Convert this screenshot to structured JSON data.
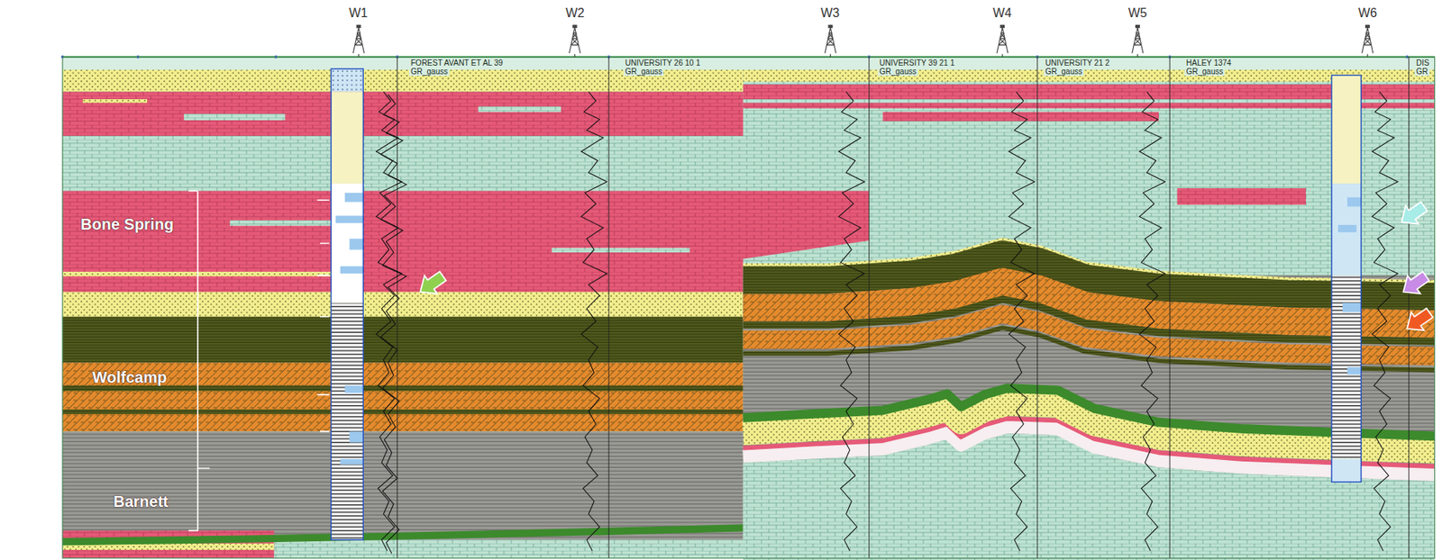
{
  "diagram": {
    "labels": [
      "W1",
      "W2",
      "W3",
      "W4",
      "W5",
      "W6",
      "Bone Spring",
      "Wolfcamp",
      "Barnett",
      "FOREST AVANT ET AL 39",
      "GR_gauss",
      "UNIVERSITY 26 10 1",
      "GR_gauss",
      "UNIVERSITY 39 21 1",
      "GR_gauss",
      "UNIVERSITY 21 2",
      "GR_gauss",
      "HALEY 1374",
      "GR_gauss",
      "DIS",
      "GR"
    ]
  }
}
